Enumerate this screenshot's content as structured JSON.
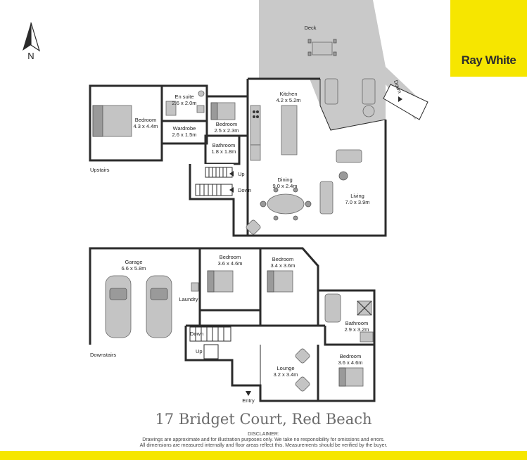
{
  "brand": {
    "name": "Ray White",
    "color": "#f6e600"
  },
  "compass": {
    "label": "N",
    "icon": "north-arrow-icon"
  },
  "title": "17 Bridget Court, Red Beach",
  "disclaimer": {
    "heading": "DISCLAIMER:",
    "line1": "Drawings are approximate and for illustration purposes only. We take no responsibility for omissions and errors.",
    "line2": "All dimensions are measured internally and floor areas reflect this. Measurements should be verified by the buyer."
  },
  "levels": {
    "upstairs": "Upstairs",
    "downstairs": "Downstairs"
  },
  "upstairs": {
    "deck": "Deck",
    "bedroom_main": {
      "name": "Bedroom",
      "size": "4.3 x 4.4m"
    },
    "ensuite": {
      "name": "En suite",
      "size": "2.6 x 2.0m"
    },
    "wardrobe": {
      "name": "Wardrobe",
      "size": "2.6 x 1.5m"
    },
    "bedroom_2": {
      "name": "Bedroom",
      "size": "2.5 x 2.3m"
    },
    "bathroom": {
      "name": "Bathroom",
      "size": "1.8 x 1.8m"
    },
    "kitchen": {
      "name": "Kitchen",
      "size": "4.2 x 5.2m"
    },
    "dining": {
      "name": "Dining",
      "size": "9.0 x 2.4m"
    },
    "living": {
      "name": "Living",
      "size": "7.0 x 3.9m"
    },
    "stairs_up": "Up",
    "stairs_down": "Down",
    "deck_down": "Down"
  },
  "downstairs": {
    "garage": {
      "name": "Garage",
      "size": "6.6 x 5.8m"
    },
    "laundry": "Laundry",
    "bedroom_a": {
      "name": "Bedroom",
      "size": "3.6 x 4.6m"
    },
    "bedroom_b": {
      "name": "Bedroom",
      "size": "3.4 x 3.6m"
    },
    "bathroom": {
      "name": "Bathroom",
      "size": "2.9 x 3.2m"
    },
    "bedroom_c": {
      "name": "Bedroom",
      "size": "3.6 x 4.6m"
    },
    "lounge": {
      "name": "Lounge",
      "size": "3.2 x 3.4m"
    },
    "entry": "Entry",
    "stairs_down": "Down",
    "stairs_up": "Up"
  }
}
